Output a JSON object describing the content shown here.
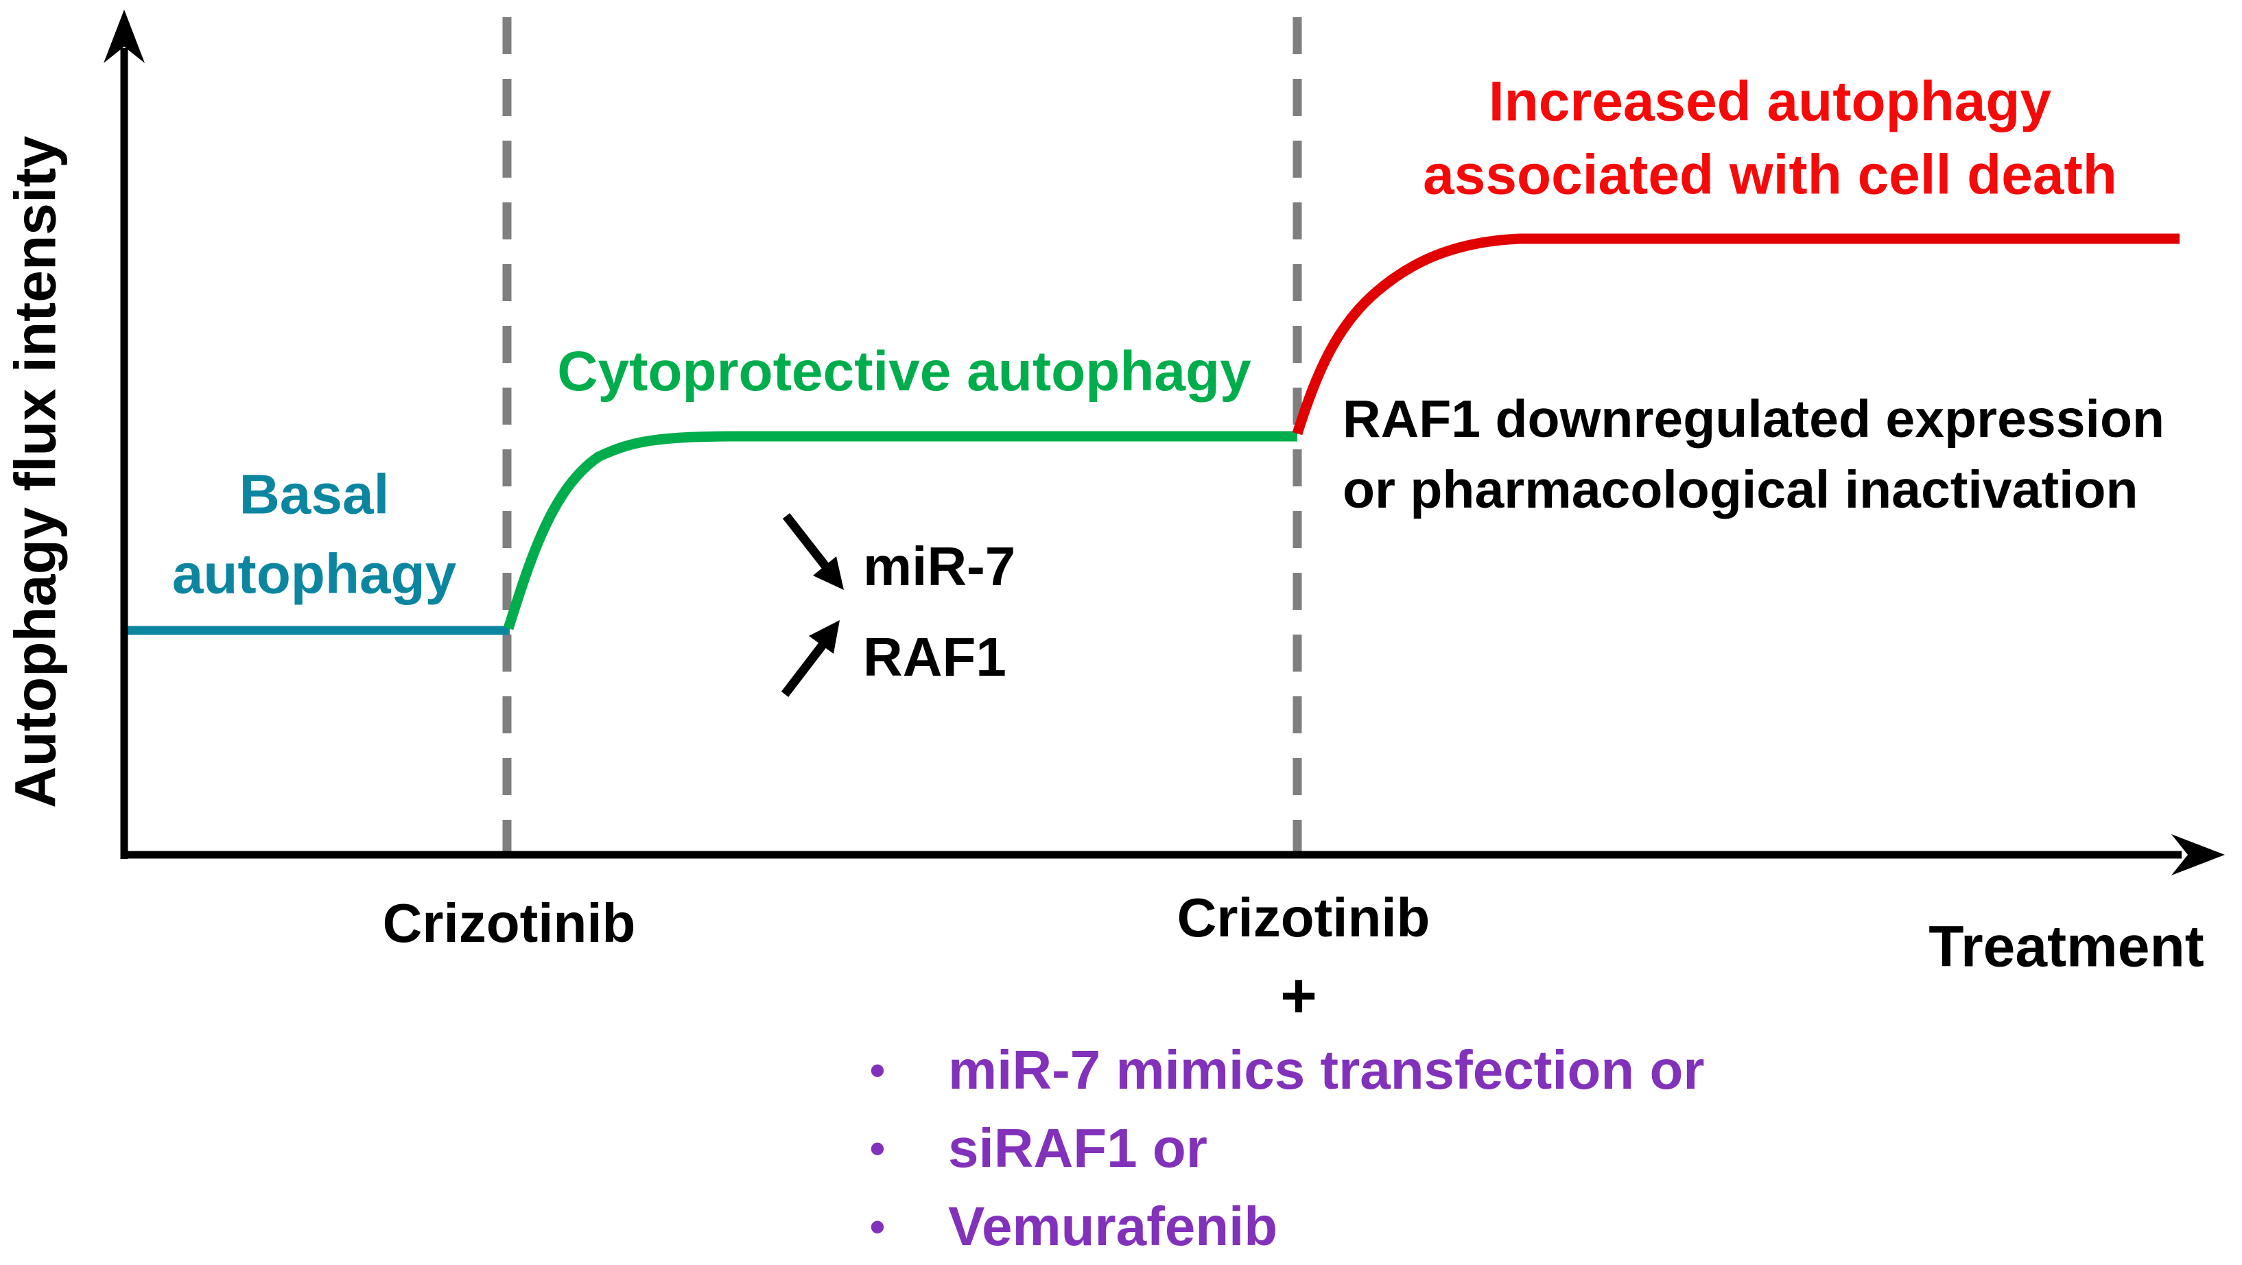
{
  "colors": {
    "teal": "#0c86a0",
    "green": "#00ad4c",
    "redline": "#e10000",
    "redtext": "#f50a0a",
    "purple": "#8231ba",
    "dashgray": "#7f7f7f",
    "ink": "#000000"
  },
  "yaxis": {
    "label": "Autophagy flux intensity"
  },
  "xaxis": {
    "label": "Treatment",
    "tick1": "Crizotinib",
    "tick2": "Crizotinib",
    "plus": "+"
  },
  "segments": {
    "basal": {
      "line1": "Basal",
      "line2": "autophagy"
    },
    "cytoprotective": {
      "label": "Cytoprotective autophagy"
    },
    "cell_death": {
      "line1": "Increased autophagy",
      "line2": "associated with cell death"
    }
  },
  "annotations": {
    "mir7": "miR-7",
    "raf1": "RAF1",
    "raf1_note_line1": "RAF1 downregulated expression",
    "raf1_note_line2": "or pharmacological inactivation"
  },
  "treatments": {
    "bullet_glyph": "•",
    "items": [
      "miR-7 mimics transfection or",
      "siRAF1 or",
      "Vemurafenib"
    ]
  },
  "chart_data": {
    "type": "line",
    "title": "",
    "ylabel": "Autophagy flux intensity",
    "xlabel": "Treatment",
    "gridlines": false,
    "numeric_ticks": false,
    "xlim": [
      0,
      3.3
    ],
    "ylim": [
      0,
      3.5
    ],
    "dashed_vlines_x": [
      1,
      2
    ],
    "x_axis_ticks": [
      {
        "x": 1,
        "label": "Crizotinib"
      },
      {
        "x": 2,
        "label": "Crizotinib + (miR-7 mimics transfection or siRAF1 or Vemurafenib)"
      }
    ],
    "series": [
      {
        "name": "Basal autophagy",
        "color": "#0c86a0",
        "shape": "flat",
        "points": [
          [
            0,
            1
          ],
          [
            1,
            1
          ]
        ]
      },
      {
        "name": "Cytoprotective autophagy",
        "color": "#00ad4c",
        "shape": "saturating-rise",
        "points": [
          [
            1,
            1
          ],
          [
            1.1,
            1.7
          ],
          [
            1.3,
            2
          ],
          [
            2,
            2
          ]
        ]
      },
      {
        "name": "Increased autophagy associated with cell death",
        "color": "#e10000",
        "shape": "saturating-rise",
        "points": [
          [
            2,
            2
          ],
          [
            2.1,
            2.7
          ],
          [
            2.3,
            3
          ],
          [
            3.2,
            3
          ]
        ]
      }
    ],
    "annotations": [
      {
        "text": "miR-7",
        "marker": "down-right-arrow",
        "meaning": "decreased after crizotinib"
      },
      {
        "text": "RAF1",
        "marker": "up-right-arrow",
        "meaning": "increased after crizotinib"
      },
      {
        "text": "RAF1 downregulated expression or pharmacological inactivation",
        "x": 2.05,
        "y": 1.85
      },
      {
        "text": "Increased autophagy associated with cell death",
        "color": "#f50a0a"
      }
    ]
  }
}
